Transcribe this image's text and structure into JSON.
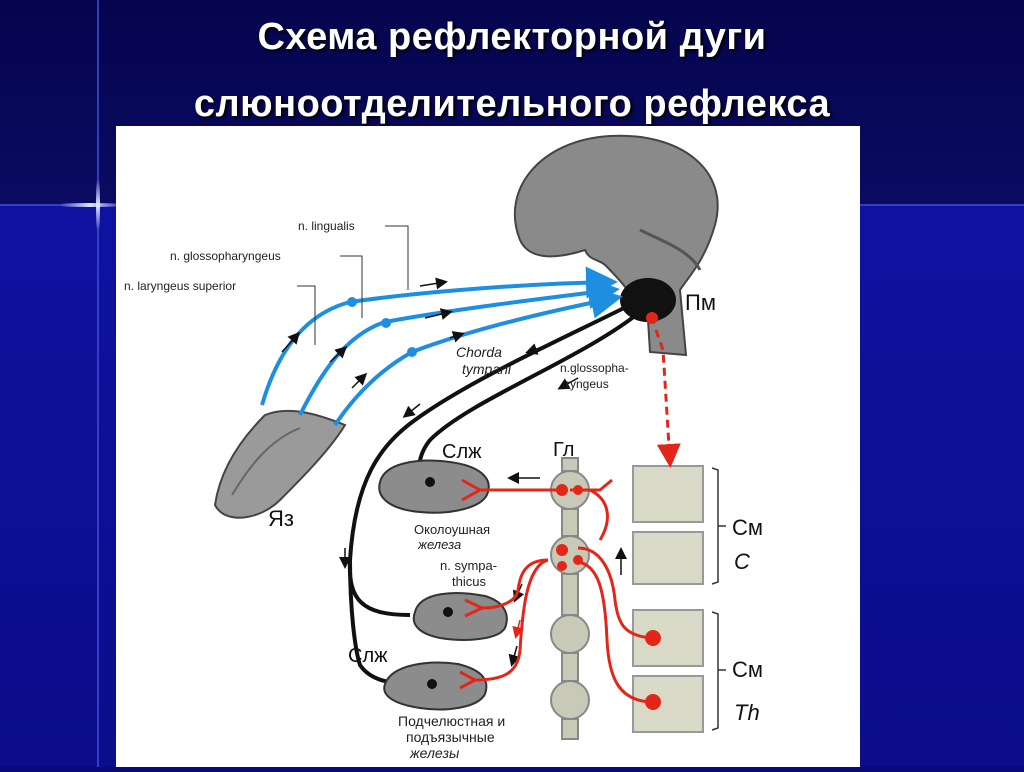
{
  "slide": {
    "title_line1": "Схема рефлекторной дуги",
    "title_line2": "слюноотделительного рефлекса"
  },
  "labels": {
    "n_lingualis": "n. lingualis",
    "n_glossopharyngeus": "n. glossopharyngeus",
    "n_laryngeus_superior": "n. laryngeus superior",
    "chorda_1": "Chorda",
    "chorda_2": "tympani",
    "glosso_1": "n.glossopha-",
    "glosso_2": "ryngeus",
    "pm": "Пм",
    "yaz": "Яз",
    "slzh_top": "Слж",
    "slzh_bottom": "Слж",
    "gl": "Гл",
    "okol_1": "Околоушная",
    "okol_2": "железа",
    "symp_1": "n. sympa-",
    "symp_2": "thicus",
    "sm_c": "См",
    "c": "C",
    "sm_th": "См",
    "th": "Th",
    "podch_1": "Подчелюстная и",
    "podch_2": "подъязычные",
    "podch_3": "железы"
  },
  "colors": {
    "afferent": "#1e8fe0",
    "efferent": "#111111",
    "sympathetic": "#e3261a"
  }
}
